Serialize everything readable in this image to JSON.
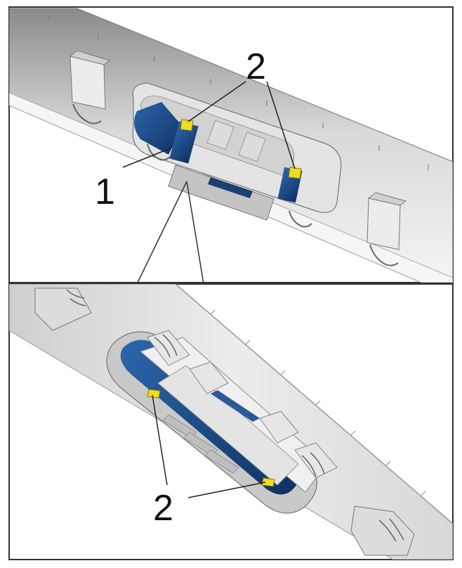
{
  "callouts": {
    "top_one": "1",
    "top_two": "2",
    "bottom_two": "2"
  },
  "colors": {
    "frame": "#333333",
    "trim_light": "#eeeeee",
    "trim_mid": "#d4d4d4",
    "trim_dark": "#9a9a9a",
    "bracket": "#e2e2e2",
    "bracket_shadow": "#b8b8b8",
    "connector_blue": "#1f4f8a",
    "connector_blue_dark": "#123766",
    "clip_yellow": "#f2dc1e",
    "leader": "#222222"
  }
}
